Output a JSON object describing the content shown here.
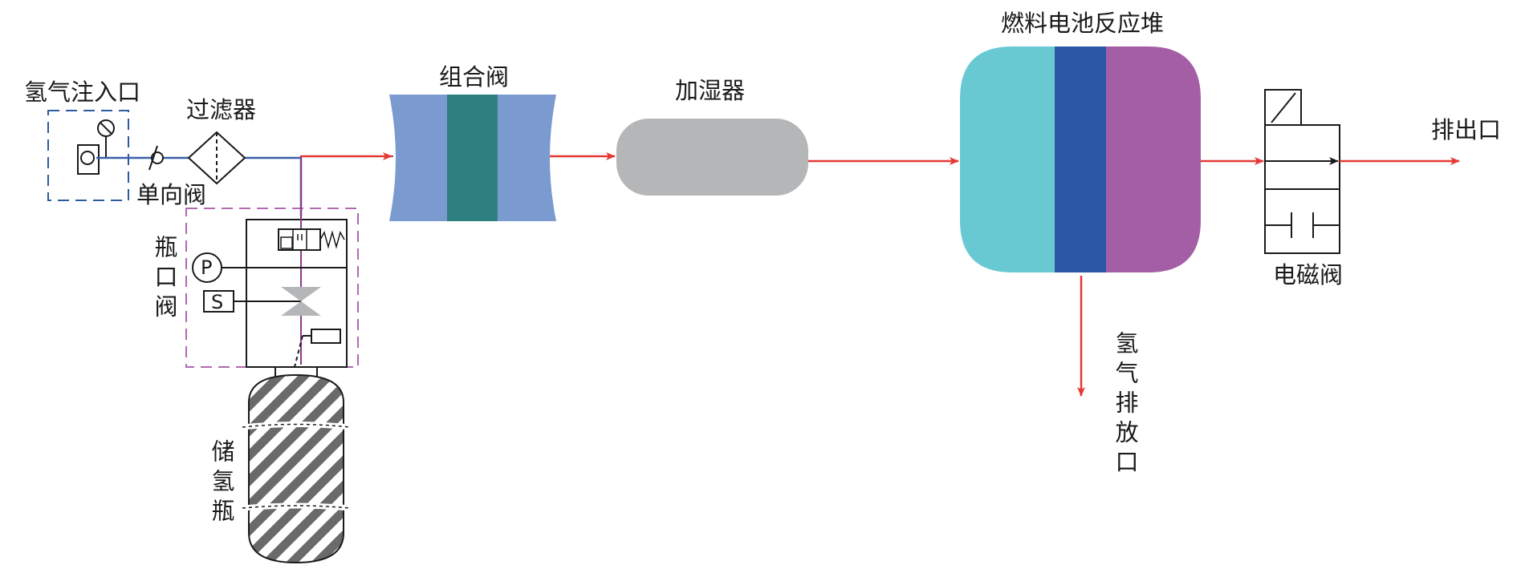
{
  "labels": {
    "h2_inlet": "氢气注入口",
    "filter": "过滤器",
    "check_valve": "单向阀",
    "combo_valve": "组合阀",
    "humidifier": "加湿器",
    "stack": "燃料电池反应堆",
    "exhaust": "排出口",
    "solenoid_valve": "电磁阀",
    "bottle_valve": "瓶口阀",
    "h2_bottle": "储氢瓶",
    "h2_vent": "氢气排放口",
    "pressure_symbol": "P",
    "sensor_symbol": "S"
  },
  "colors": {
    "flow_arrow": "#e53935",
    "h2_line": "#3a5fa8",
    "bottle_line": "#8c3a8c",
    "inlet_box": "#2b5aa0",
    "bottle_valve_box": "#b06ab0",
    "combo_outer": "#7b9ad0",
    "combo_core": "#2e8080",
    "humidifier": "#b5b6b8",
    "stack_anode": "#69c9d3",
    "stack_membrane": "#2c56a6",
    "stack_cathode": "#a45ea6",
    "outline": "#1a1a1a"
  },
  "icons": [
    "check-valve-icon",
    "filter-icon",
    "pressure-gauge-icon",
    "solenoid-icon",
    "spring-icon",
    "needle-valve-icon",
    "relief-valve-icon",
    "solenoid-valve-icon"
  ]
}
